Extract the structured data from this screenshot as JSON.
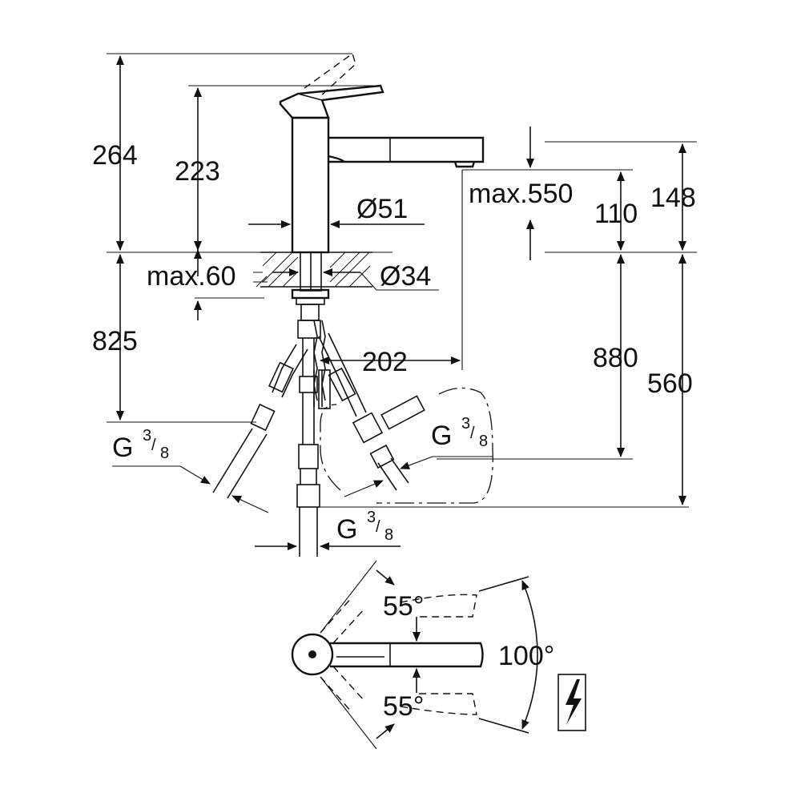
{
  "dimensions": {
    "total_height": "264",
    "body_height": "223",
    "body_diameter": "Ø51",
    "max_thickness": "max.60",
    "hole_diameter": "Ø34",
    "pullout_max": "max.550",
    "spout_clearance": "110",
    "spout_height": "148",
    "hose_length_left": "825",
    "reach": "202",
    "hose_length_880": "880",
    "hose_length_560": "560"
  },
  "connections": {
    "left": {
      "base": "G",
      "num": "3",
      "den": "8"
    },
    "center": {
      "base": "G",
      "num": "3",
      "den": "8"
    },
    "right": {
      "base": "G",
      "num": "3",
      "den": "8"
    }
  },
  "rotation": {
    "upper_angle": "55°",
    "lower_angle": "55°",
    "total_angle": "100°"
  },
  "icons": {
    "electrical": "lightning-bolt-icon"
  }
}
